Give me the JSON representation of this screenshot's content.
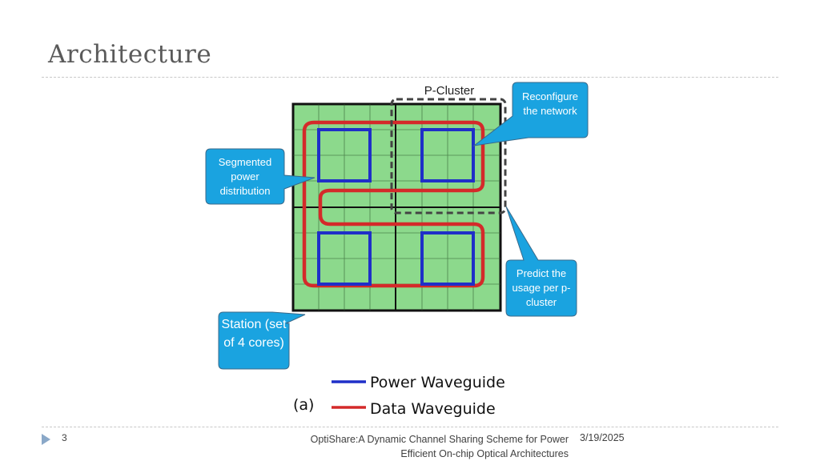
{
  "slide": {
    "title": "Architecture",
    "page_number": "3",
    "footer_title": "OptiShare:A Dynamic Channel Sharing Scheme for Power Efficient On-chip Optical Architectures",
    "footer_date": "3/19/2025"
  },
  "diagram": {
    "cluster_label": "P-Cluster",
    "callouts": {
      "reconfigure": "Reconfigure the network",
      "segmented": "Segmented power distribution",
      "predict": "Predict the usage per p-cluster",
      "station": "Station (set of 4 cores)"
    },
    "legend": {
      "panel_label": "(a)",
      "power": "Power Waveguide",
      "data": "Data Waveguide"
    },
    "colors": {
      "grid_fill": "#8cd98c",
      "power_waveguide": "#1f2fc8",
      "data_waveguide": "#d42a2a",
      "callout_fill": "#1aa3e0",
      "callout_stroke": "#3a6a8a"
    }
  }
}
